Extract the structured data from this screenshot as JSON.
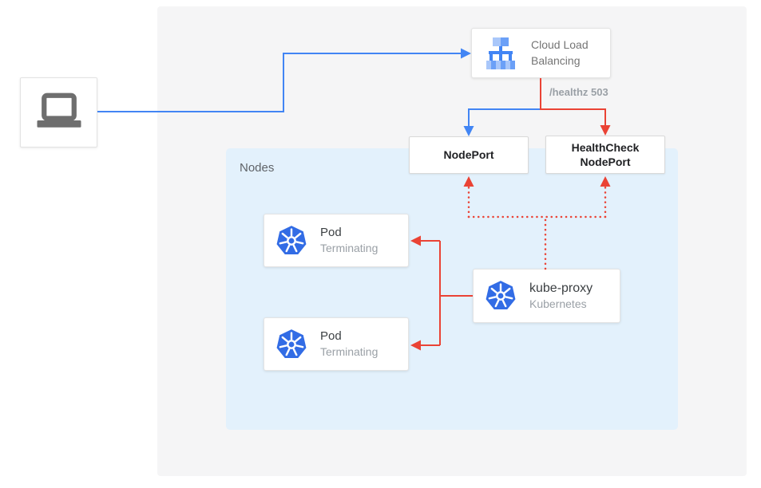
{
  "diagram": {
    "kind": "kubernetes-gcp-load-balancing-diagram",
    "colors": {
      "traffic_blue": "#4285F4",
      "health_red": "#EA4335",
      "canvas_bg": "#F5F5F6",
      "nodes_bg": "#E3F1FC",
      "kubernetes_blue": "#326CE5",
      "laptop_gray": "#6E6E6E"
    },
    "client": {
      "icon": "laptop-icon"
    },
    "load_balancer": {
      "label": "Cloud Load Balancing",
      "icon": "cloud-load-balancing-icon",
      "health_check_label": "/healthz 503"
    },
    "node_port": {
      "label": "NodePort"
    },
    "health_check_node_port": {
      "label": "HealthCheck NodePort"
    },
    "nodes_group": {
      "label": "Nodes"
    },
    "pods": [
      {
        "title": "Pod",
        "subtitle": "Terminating",
        "icon": "kubernetes-icon"
      },
      {
        "title": "Pod",
        "subtitle": "Terminating",
        "icon": "kubernetes-icon"
      }
    ],
    "kube_proxy": {
      "title": "kube-proxy",
      "subtitle": "Kubernetes",
      "icon": "kubernetes-icon"
    },
    "connections": [
      {
        "from": "client",
        "to": "load_balancer",
        "style": "solid",
        "color": "blue"
      },
      {
        "from": "load_balancer",
        "to": "node_port",
        "style": "solid",
        "color": "blue"
      },
      {
        "from": "load_balancer",
        "to": "health_check_node_port",
        "style": "solid",
        "color": "red",
        "label": "/healthz 503"
      },
      {
        "from": "kube_proxy",
        "to": "node_port",
        "style": "dotted",
        "color": "red"
      },
      {
        "from": "kube_proxy",
        "to": "health_check_node_port",
        "style": "dotted",
        "color": "red"
      },
      {
        "from": "kube_proxy",
        "to": "pod_1",
        "style": "solid",
        "color": "red"
      },
      {
        "from": "kube_proxy",
        "to": "pod_2",
        "style": "solid",
        "color": "red"
      }
    ]
  }
}
